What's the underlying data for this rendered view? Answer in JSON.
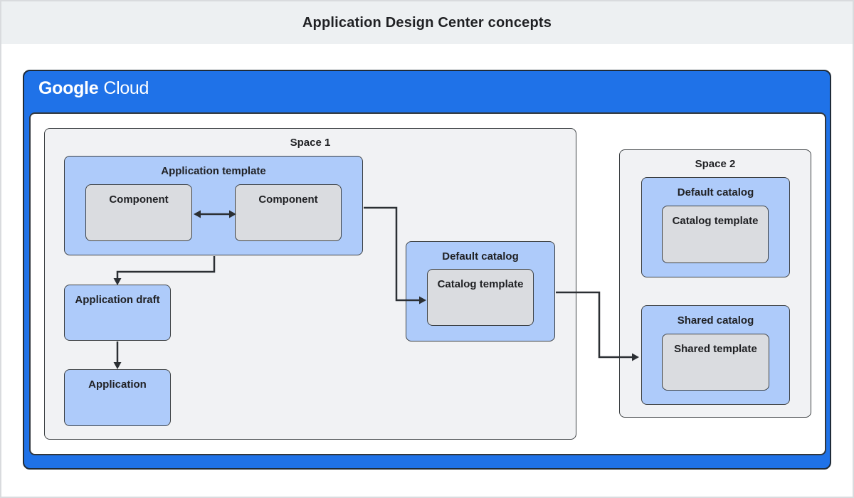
{
  "title": "Application Design Center concepts",
  "logo": {
    "brand": "Google",
    "product": "Cloud"
  },
  "colors": {
    "brand_blue": "#1f72e8",
    "node_blue": "#aecbfa",
    "node_gray": "#dadce0",
    "space_background": "#f1f2f4",
    "banner_background": "#edf0f2",
    "border_dark": "#3c4043",
    "text": "#202124"
  },
  "diagram": {
    "space1": {
      "label": "Space 1",
      "application_template": {
        "label": "Application template",
        "components": [
          "Component",
          "Component"
        ]
      },
      "application_draft": {
        "label": "Application draft"
      },
      "application": {
        "label": "Application"
      },
      "default_catalog": {
        "label": "Default catalog",
        "template": "Catalog template"
      }
    },
    "space2": {
      "label": "Space 2",
      "default_catalog": {
        "label": "Default catalog",
        "template": "Catalog template"
      },
      "shared_catalog": {
        "label": "Shared catalog",
        "template": "Shared template"
      }
    },
    "connections": [
      {
        "from": "component",
        "to": "component",
        "type": "bidirectional"
      },
      {
        "from": "application-template",
        "to": "application-draft",
        "type": "directed"
      },
      {
        "from": "application-draft",
        "to": "application",
        "type": "directed"
      },
      {
        "from": "application-template",
        "to": "space1-catalog-template",
        "type": "directed"
      },
      {
        "from": "space1-default-catalog",
        "to": "space2-shared-catalog",
        "type": "directed"
      }
    ]
  }
}
